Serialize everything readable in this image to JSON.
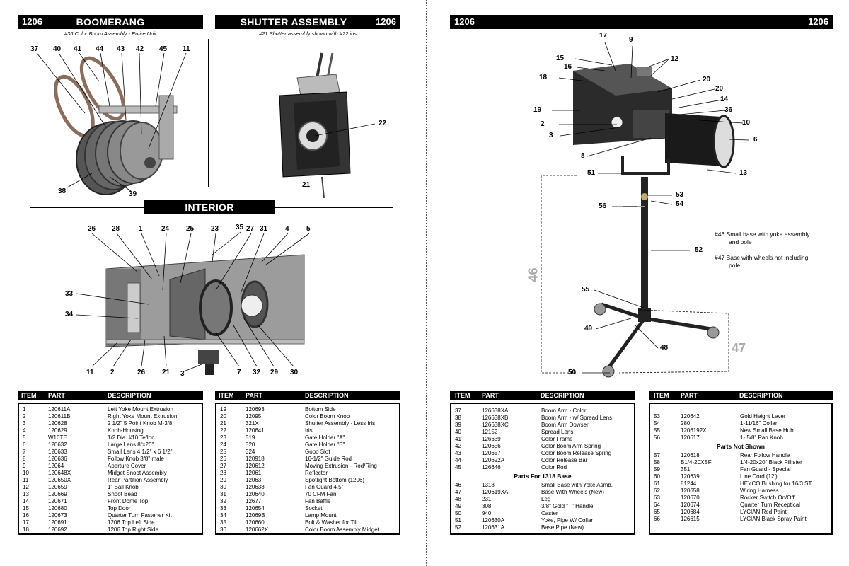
{
  "left_page": {
    "boomerang": {
      "page_num": "1206",
      "title": "BOOMERANG",
      "caption": "#36 Color Boom Assembly - Entire Unit",
      "callouts": [
        "37",
        "40",
        "41",
        "44",
        "43",
        "42",
        "45",
        "11",
        "38",
        "39"
      ]
    },
    "shutter": {
      "page_num": "1206",
      "title": "SHUTTER ASSEMBLY",
      "caption": "#21 Shutter assembly shown with #22 iris",
      "callouts": [
        "22",
        "21"
      ]
    },
    "interior": {
      "title": "INTERIOR",
      "callouts": [
        "26",
        "28",
        "1",
        "24",
        "25",
        "23",
        "35",
        "27",
        "31",
        "4",
        "5",
        "33",
        "34",
        "11",
        "2",
        "26",
        "21",
        "3",
        "7",
        "32",
        "29",
        "30"
      ]
    },
    "table_header": {
      "item": "ITEM",
      "part": "PART",
      "description": "DESCRIPTION"
    },
    "table1": [
      [
        "1",
        "120611A",
        "Left Yoke Mount Extrusion"
      ],
      [
        "2",
        "120611B",
        "Right Yoke Mount Extrusion"
      ],
      [
        "3",
        "120628",
        "2 1/2\" 5 Point Knob M-3/8"
      ],
      [
        "4",
        "120629",
        "Knob-Housing"
      ],
      [
        "5",
        "W10TE",
        "1/2 Dia. #10 Teflon"
      ],
      [
        "6",
        "120632",
        "Large Lens 8\"x20\""
      ],
      [
        "7",
        "120633",
        "Small Lens 4 1/2\" x 6 1/2\""
      ],
      [
        "8",
        "120636",
        "Follow Knob 3/8\" male"
      ],
      [
        "9",
        "12064",
        "Aperture Cover"
      ],
      [
        "10",
        "120648X",
        "Midget Snoot Assembly"
      ],
      [
        "11",
        "120650X",
        "Rear Partition Assembly"
      ],
      [
        "12",
        "120659",
        "1\" Ball Knob"
      ],
      [
        "13",
        "120669",
        "Snoot Bead"
      ],
      [
        "14",
        "120671",
        "Front Dome Top"
      ],
      [
        "15",
        "120680",
        "Top Door"
      ],
      [
        "16",
        "120673",
        "Quarter Turn Fastener Kit"
      ],
      [
        "17",
        "120691",
        "1206 Top Left Side"
      ],
      [
        "18",
        "120692",
        "1206 Top Right Side"
      ]
    ],
    "table2": [
      [
        "19",
        "120693",
        "Bottom Side"
      ],
      [
        "20",
        "12095",
        "Color Boom Knob"
      ],
      [
        "21",
        "321X",
        "Shutter Assembly - Less Iris"
      ],
      [
        "22",
        "120641",
        "Iris"
      ],
      [
        "23",
        "319",
        "Gate Holder \"A\""
      ],
      [
        "24",
        "320",
        "Gate Holder \"B\""
      ],
      [
        "25",
        "324",
        "Gobo Slot"
      ],
      [
        "26",
        "120918",
        "16-1/2\" Guide Rod"
      ],
      [
        "27",
        "120612",
        "Moving Extrusion - Rod/Ring"
      ],
      [
        "28",
        "12061",
        "Reflector"
      ],
      [
        "29",
        "12063",
        "Spotlight Bottom (1206)"
      ],
      [
        "30",
        "120638",
        "Fan Guard 4.5\""
      ],
      [
        "31",
        "120640",
        "70 CFM Fan"
      ],
      [
        "32",
        "12677",
        "Fan Baffle"
      ],
      [
        "33",
        "120654",
        "Socket"
      ],
      [
        "34",
        "12069B",
        "Lamp Mount"
      ],
      [
        "35",
        "120660",
        "Bolt & Washer for Tilt"
      ],
      [
        "36",
        "120662X",
        "Color Boom Assembly Midget"
      ]
    ]
  },
  "right_page": {
    "page_num_left": "1206",
    "page_num_right": "1206",
    "callouts": [
      "17",
      "9",
      "15",
      "12",
      "16",
      "18",
      "20",
      "20",
      "14",
      "19",
      "36",
      "2",
      "10",
      "3",
      "6",
      "8",
      "51",
      "13",
      "53",
      "56",
      "54",
      "52",
      "55",
      "49",
      "48",
      "50"
    ],
    "dim_46": "46",
    "dim_47": "47",
    "notes": [
      "#46 Small base with yoke assembly",
      "and pole",
      "#47 Base with wheels not including",
      "pole"
    ],
    "table_header": {
      "item": "ITEM",
      "part": "PART",
      "description": "DESCRIPTION"
    },
    "table3a": [
      [
        "37",
        "126638XA",
        "Boom Arm - Color"
      ],
      [
        "38",
        "126638XB",
        "Boom Arm - w/ Spread Lens"
      ],
      [
        "39",
        "126638XC",
        "Boom Arm Dowser"
      ],
      [
        "40",
        "12152",
        "Spread Lens"
      ],
      [
        "41",
        "126639",
        "Color Frame"
      ],
      [
        "42",
        "120656",
        "Color Boom Arm Spring"
      ],
      [
        "43",
        "120657",
        "Color Boom Release Spring"
      ],
      [
        "44",
        "120622A",
        "Color Release Bar"
      ],
      [
        "45",
        "126646",
        "Color Rod"
      ]
    ],
    "table3_sub": "Parts For 1318 Base",
    "table3b": [
      [
        "46",
        "1318",
        "Small Base with Yoke Asmb."
      ],
      [
        "47",
        "120619XA",
        "Base With Wheels (New)"
      ],
      [
        "48",
        "231",
        "Leg"
      ],
      [
        "49",
        "308",
        "3/8\" Gold \"T\" Handle"
      ],
      [
        "50",
        "940",
        "Caster"
      ],
      [
        "51",
        "120630A",
        "Yoke, Pipe W/ Collar"
      ],
      [
        "52",
        "120631A",
        "Base Pipe (New)"
      ]
    ],
    "table4a": [
      [
        "53",
        "120642",
        "Gold Height Lever"
      ],
      [
        "54",
        "280",
        "1-11/16\" Collar"
      ],
      [
        "55",
        "1206192X",
        "New Small Base Hub"
      ],
      [
        "56",
        "120617",
        "1- 5/8\" Pan Knob"
      ]
    ],
    "table4_sub": "Parts Not Shown",
    "table4b": [
      [
        "57",
        "120618",
        "Rear Follow Handle"
      ],
      [
        "58",
        "B1/4-20XSF",
        "1/4-20x20\" Black Fillister"
      ],
      [
        "59",
        "351",
        "Fan Guard - Special"
      ],
      [
        "60",
        "120639",
        "Line Cord (12')"
      ],
      [
        "61",
        "81244",
        "HEYCO Bushing for 16/3 ST"
      ],
      [
        "62",
        "120658",
        "Wiring Harness"
      ],
      [
        "63",
        "120670",
        "Rocker Switch On/Off"
      ],
      [
        "64",
        "120674",
        "Quarter Turn Receptical"
      ],
      [
        "65",
        "120684",
        "LYCIAN Red Paint"
      ],
      [
        "66",
        "126615",
        "LYCIAN Black Spray Paint"
      ]
    ]
  }
}
